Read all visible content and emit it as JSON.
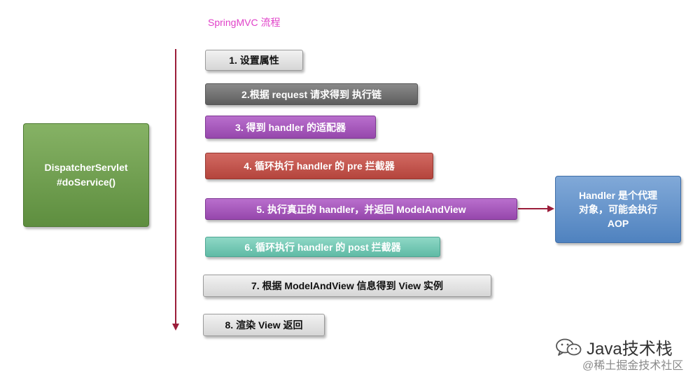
{
  "title": "SpringMVC 流程",
  "servlet": {
    "line1": "DispatcherServlet",
    "line2": "#doService()"
  },
  "steps": [
    {
      "label": "1. 设置属性"
    },
    {
      "label": "2.根据 request 请求得到 执行链"
    },
    {
      "label": "3. 得到 handler 的适配器"
    },
    {
      "label": "4. 循环执行 handler 的 pre 拦截器"
    },
    {
      "label": "5. 执行真正的 handler，并返回  ModelAndView"
    },
    {
      "label": "6. 循环执行 handler 的 post 拦截器"
    },
    {
      "label": "7. 根据 ModelAndView 信息得到 View 实例"
    },
    {
      "label": "8. 渲染 View 返回"
    }
  ],
  "handler_note": {
    "line1": "Handler 是个代理",
    "line2": "对象，可能会执行",
    "line3": "AOP"
  },
  "wechat": {
    "icon": "wechat-icon",
    "label": "Java技术栈"
  },
  "watermark": "@稀土掘金技术社区",
  "colors": {
    "arrow": "#9b1d3a",
    "title": "#e040c8"
  }
}
